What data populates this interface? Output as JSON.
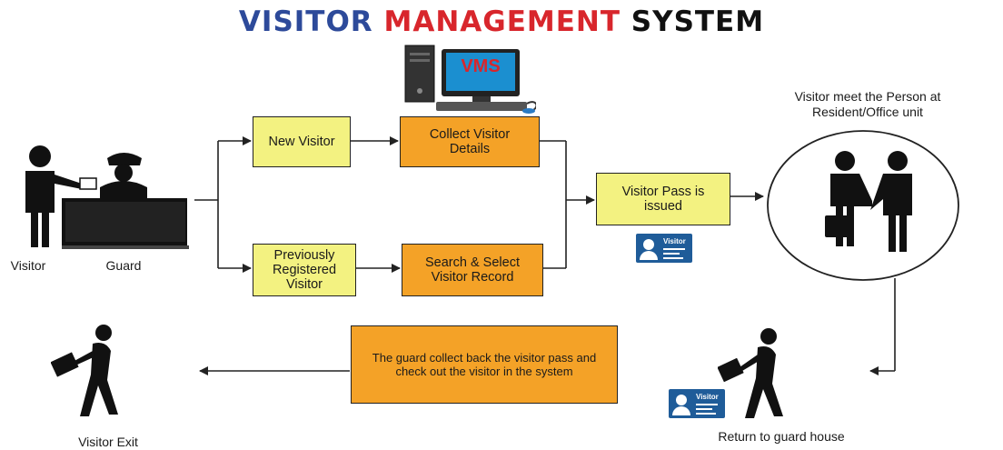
{
  "title": {
    "part1": "VISITOR",
    "part2": "MANAGEMENT",
    "part3": "SYSTEM",
    "color1": "#2d4a9a",
    "color2": "#d8262c",
    "color3": "#111111"
  },
  "computer": {
    "screen_text": "VMS"
  },
  "actors": {
    "visitor": "Visitor",
    "guard": "Guard"
  },
  "boxes": {
    "new_visitor": "New Visitor",
    "collect_details": "Collect Visitor Details",
    "previously_registered": "Previously Registered Visitor",
    "search_select": "Search & Select Visitor Record",
    "visitor_pass": "Visitor Pass is issued",
    "guard_collect": "The guard collect back the visitor pass and check out the visitor in the system"
  },
  "labels": {
    "meet_person": "Visitor meet the Person at Resident/Office unit",
    "return_guard_house": "Return to guard house",
    "visitor_exit": "Visitor Exit"
  },
  "card": {
    "text": "Visitor"
  },
  "colors": {
    "yellow_box": "#f3f281",
    "orange_box": "#f4a227",
    "card_blue": "#1f5c99"
  }
}
